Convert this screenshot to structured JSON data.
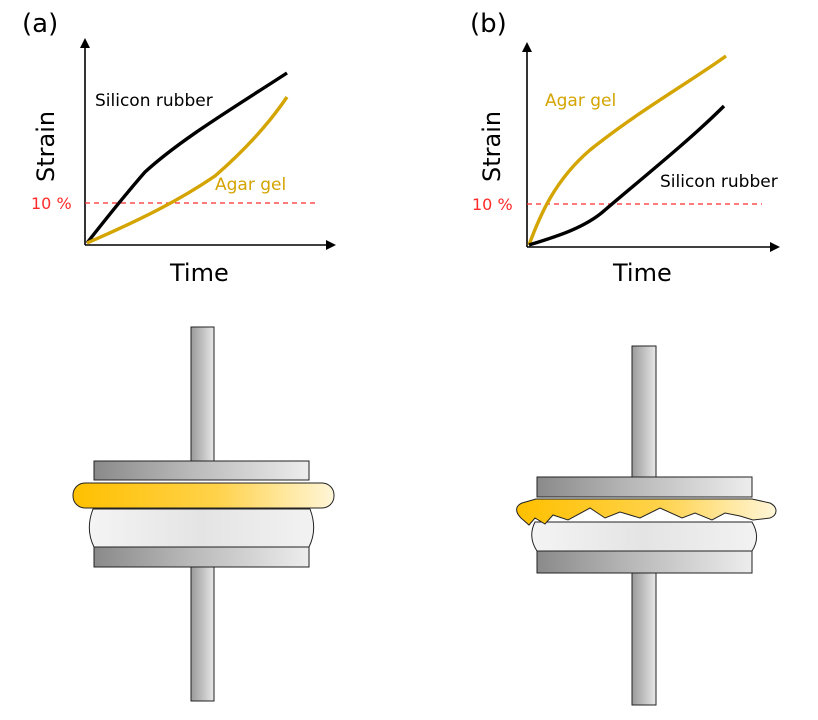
{
  "panels": [
    {
      "label": "(a)",
      "x_axis_label": "Time",
      "y_axis_label": "Strain",
      "threshold_label": "10 %",
      "curves": [
        {
          "label": "Silicon rubber",
          "color": "#000000"
        },
        {
          "label": "Agar gel",
          "color": "#d4a400"
        }
      ]
    },
    {
      "label": "(b)",
      "x_axis_label": "Time",
      "y_axis_label": "Strain",
      "threshold_label": "10 %",
      "curves": [
        {
          "label": "Agar gel",
          "color": "#d4a400"
        },
        {
          "label": "Silicon rubber",
          "color": "#000000"
        }
      ]
    }
  ],
  "colors": {
    "threshold": "#ff2a2a",
    "agar": "#ffc000",
    "rubber_body": "#ececec",
    "platen_dark": "#8a8a8a",
    "platen_light": "#e6e6e6"
  }
}
